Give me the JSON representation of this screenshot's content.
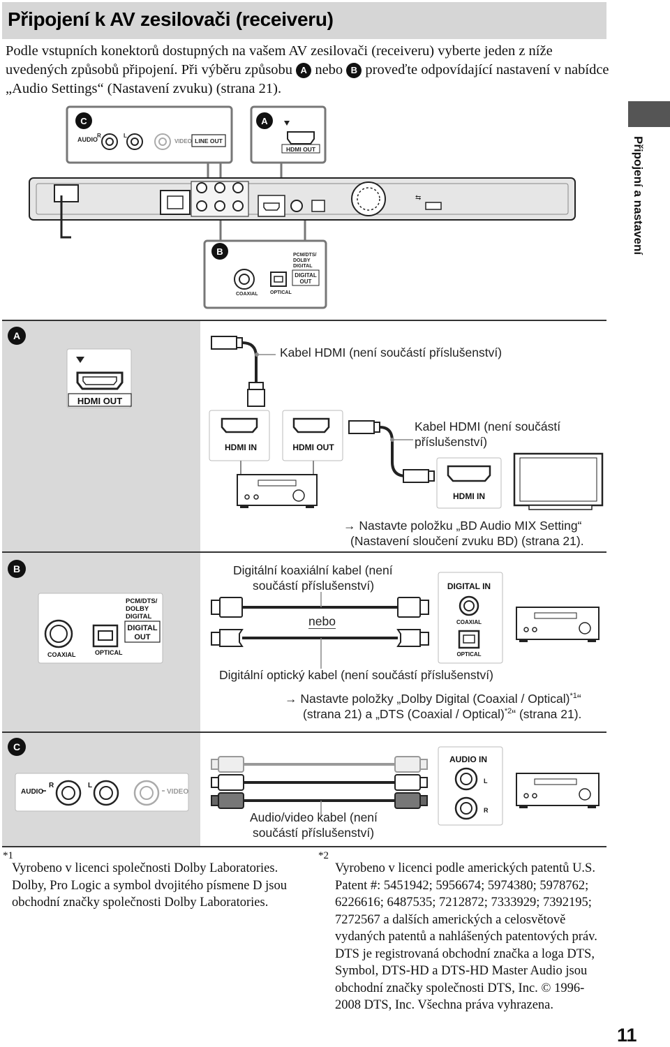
{
  "header": {
    "title": "Připojení k AV zesilovači (receiveru)",
    "intro_part1": "Podle vstupních konektorů dostupných na vašem AV zesilovači (receiveru) vyberte jeden z níže uvedených způsobů připojení. Při výběru způsobu ",
    "intro_badge_a": "A",
    "intro_part2": " nebo ",
    "intro_badge_b": "B",
    "intro_part3": " proveďte odpovídající nastavení v nabídce „Audio Settings“ (Nastavení zvuku) (strana 21)."
  },
  "side_tab": {
    "label": "Připojení a nastavení"
  },
  "top_diagram": {
    "badge_c": "C",
    "badge_a": "A",
    "badge_b": "B",
    "audio_label": "AUDIO",
    "r_label": "R",
    "l_label": "L",
    "video_label": "VIDEO",
    "line_out_label": "LINE OUT",
    "hdmi_out_label": "HDMI OUT",
    "pcm_label_1": "PCM/DTS/",
    "pcm_label_2": "DOLBY",
    "pcm_label_3": "DIGITAL",
    "digital_out_1": "DIGITAL",
    "digital_out_2": "OUT",
    "coaxial_label": "COAXIAL",
    "optical_label": "OPTICAL"
  },
  "section_a": {
    "badge": "A",
    "hdmi_out": "HDMI OUT",
    "cable1": "Kabel HDMI (není součástí příslušenství)",
    "hdmi_in": "HDMI IN",
    "hdmi_out_receiver": "HDMI OUT",
    "cable2_line1": "Kabel HDMI (není součástí",
    "cable2_line2": "příslušenství)",
    "tv_hdmi_in": "HDMI IN",
    "note_line1": "Nastavte položku „BD Audio MIX Setting“",
    "note_line2": "(Nastavení sloučení zvuku BD) (strana 21)."
  },
  "section_b": {
    "badge": "B",
    "pcm_1": "PCM/DTS/",
    "pcm_2": "DOLBY",
    "pcm_3": "DIGITAL",
    "digital_1": "DIGITAL",
    "digital_2": "OUT",
    "coaxial": "COAXIAL",
    "optical": "OPTICAL",
    "coax_cable_line1": "Digitální koaxiální kabel (není",
    "coax_cable_line2": "součástí příslušenství)",
    "or_label": "nebo",
    "digital_in": "DIGITAL IN",
    "rx_coaxial": "COAXIAL",
    "rx_optical": "OPTICAL",
    "optical_cable": "Digitální optický kabel (není součástí příslušenství)",
    "note_line1_a": "Nastavte položky „Dolby Digital (Coaxial / Optical)",
    "note_sup1": "*1",
    "note_line1_b": "“",
    "note_line2_a": "(strana 21) a „DTS (Coaxial / Optical)",
    "note_sup2": "*2",
    "note_line2_b": "“ (strana 21)."
  },
  "section_c": {
    "badge": "C",
    "audio": "AUDIO",
    "r": "R",
    "l": "L",
    "video": "VIDEO",
    "audio_in": "AUDIO IN",
    "rx_l": "L",
    "rx_r": "R",
    "cable_line1": "Audio/video kabel (není",
    "cable_line2": "součástí příslušenství)"
  },
  "footnotes": {
    "fn1_mark": "*1",
    "fn1_text": "Vyrobeno v licenci společnosti Dolby Laboratories. Dolby, Pro Logic a symbol dvojitého písmene D jsou obchodní značky společnosti Dolby Laboratories.",
    "fn2_mark": "*2",
    "fn2_text": "Vyrobeno v licenci podle amerických patentů U.S. Patent #: 5451942; 5956674; 5974380; 5978762; 6226616; 6487535; 7212872; 7333929; 7392195; 7272567 a dalších amerických a celosvětově vydaných patentů a nahlášených patentových práv. DTS je registrovaná obchodní značka a loga DTS, Symbol, DTS-HD a DTS-HD Master Audio jsou obchodní značky společnosti DTS, Inc. © 1996-2008 DTS, Inc. Všechna práva vyhrazena."
  },
  "page_number": "11",
  "colors": {
    "title_bar": "#d6d6d6",
    "section_panel": "#d9d9d9",
    "side_tab": "#555555",
    "ink": "#111111"
  }
}
